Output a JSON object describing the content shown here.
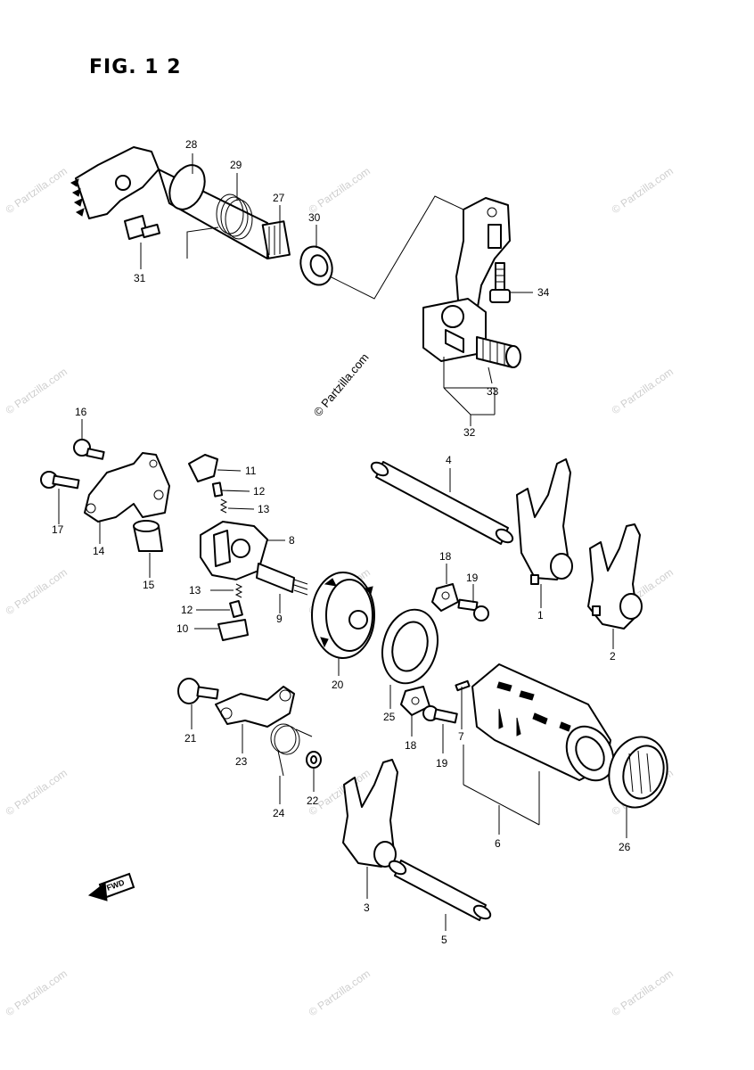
{
  "figure_title": "FIG. 1 2",
  "direction_marker": "FWD",
  "watermark_text": "© Partzilla.com",
  "part_numbers": {
    "p1": "1",
    "p2": "2",
    "p3": "3",
    "p4": "4",
    "p5": "5",
    "p6": "6",
    "p7": "7",
    "p8": "8",
    "p9": "9",
    "p10": "10",
    "p11": "11",
    "p12a": "12",
    "p12b": "12",
    "p13a": "13",
    "p13b": "13",
    "p14": "14",
    "p15": "15",
    "p16": "16",
    "p17": "17",
    "p18a": "18",
    "p18b": "18",
    "p19a": "19",
    "p19b": "19",
    "p20": "20",
    "p21": "21",
    "p22": "22",
    "p23": "23",
    "p24": "24",
    "p25": "25",
    "p26": "26",
    "p27": "27",
    "p28": "28",
    "p29": "29",
    "p30": "30",
    "p31": "31",
    "p32": "32",
    "p33": "33",
    "p34": "34"
  }
}
